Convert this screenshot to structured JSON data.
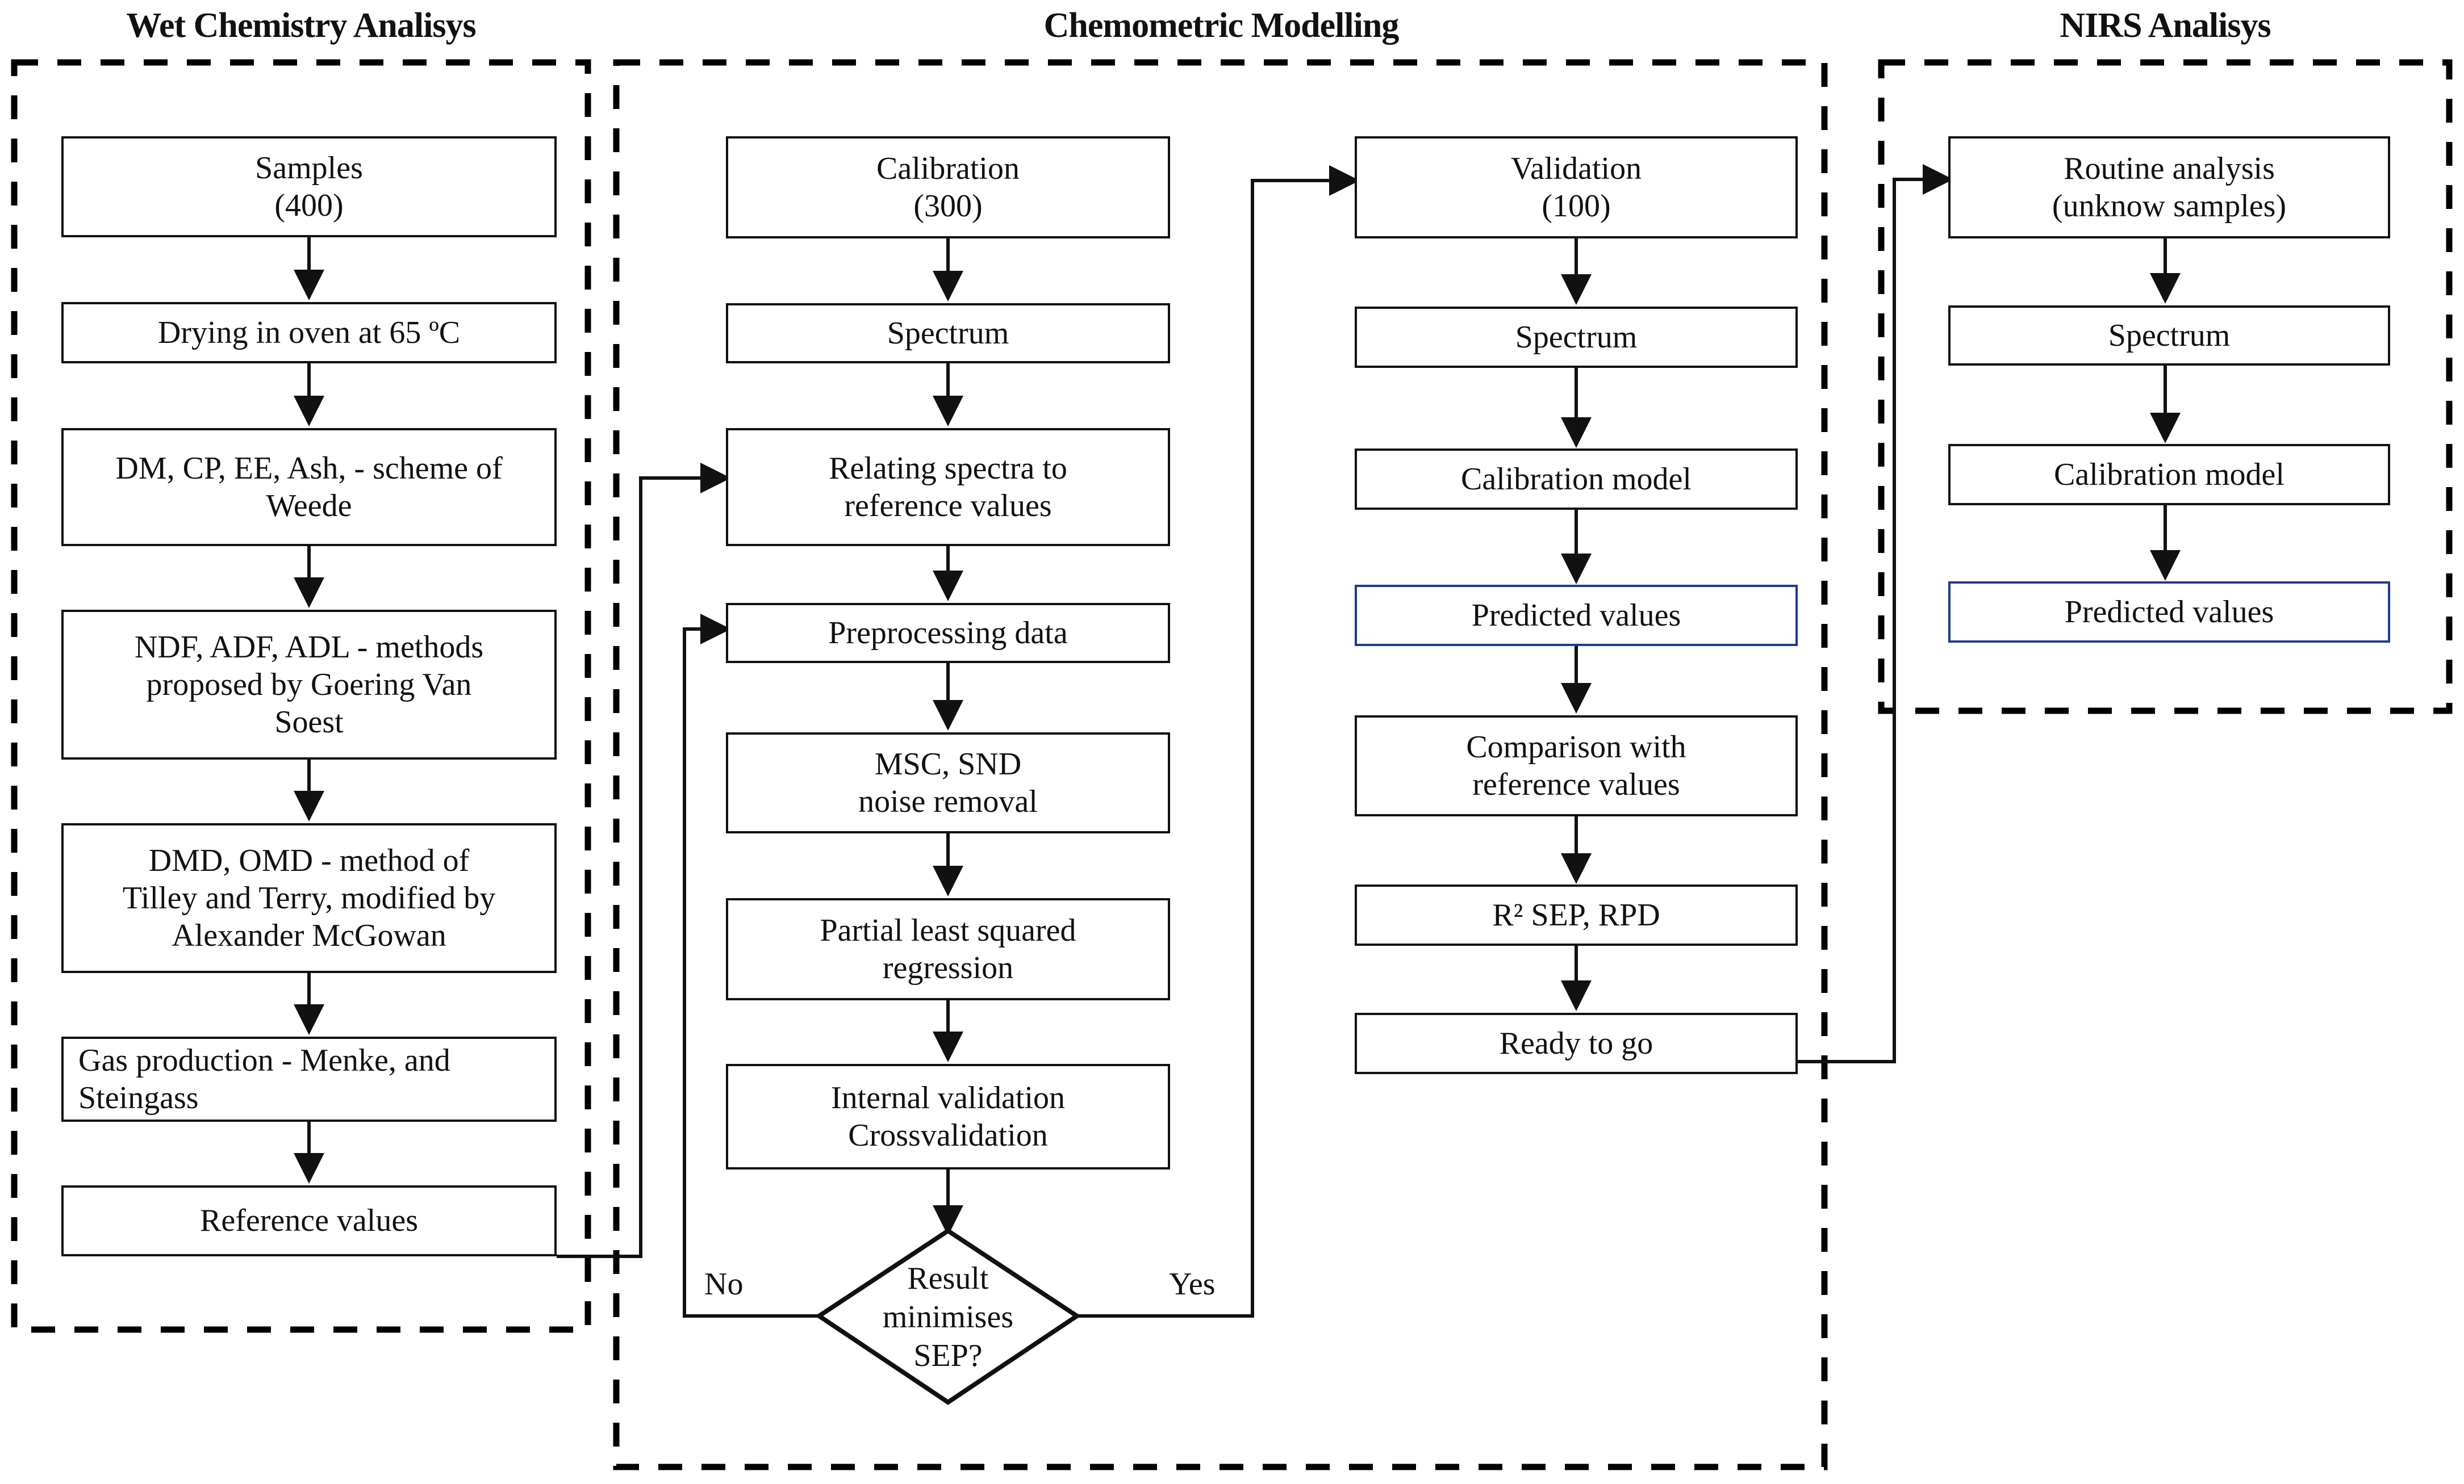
{
  "diagram": {
    "title_sections": [
      {
        "id": "wet-chemistry",
        "label": "Wet Chemistry Analisys"
      },
      {
        "id": "chemometric",
        "label": "Chemometric Modelling"
      },
      {
        "id": "nirs",
        "label": "NIRS Analisys"
      }
    ],
    "colors": {
      "node_border": "#111111",
      "highlight_border": "#1f3b8c",
      "group_border": "#000000",
      "background": "#ffffff"
    },
    "groups": [
      {
        "id": "group-wet-chemistry",
        "style": "dashed"
      },
      {
        "id": "group-chemometric",
        "style": "dashed"
      },
      {
        "id": "group-nirs",
        "style": "dashed"
      }
    ],
    "columns": {
      "wet_chemistry": {
        "nodes": [
          {
            "id": "samples",
            "label": "Samples\n(400)"
          },
          {
            "id": "drying",
            "label": "Drying in oven at 65 ºC"
          },
          {
            "id": "dm-cp-ee-ash",
            "label": "DM, CP, EE, Ash, - scheme of\nWeede"
          },
          {
            "id": "ndf-adf-adl",
            "label": "NDF, ADF, ADL - methods\nproposed by Goering Van\nSoest"
          },
          {
            "id": "dmd-omd",
            "label": "DMD, OMD - method of\nTilley and Terry, modified by\nAlexander McGowan"
          },
          {
            "id": "gas-production",
            "label": "Gas production - Menke, and\nSteingass"
          },
          {
            "id": "reference-values",
            "label": "Reference values"
          }
        ]
      },
      "calibration": {
        "nodes": [
          {
            "id": "calibration",
            "label": "Calibration\n(300)"
          },
          {
            "id": "spectrum-cal",
            "label": "Spectrum"
          },
          {
            "id": "relating-spectra",
            "label": "Relating spectra to\nreference values"
          },
          {
            "id": "preprocessing",
            "label": "Preprocessing data"
          },
          {
            "id": "msc-snd",
            "label": "MSC, SND\nnoise removal"
          },
          {
            "id": "pls-regression",
            "label": "Partial least squared\nregression"
          },
          {
            "id": "internal-validation",
            "label": "Internal validation\nCrossvalidation"
          },
          {
            "id": "decision-sep",
            "label": "Result\nminimises\nSEP?",
            "shape": "diamond"
          }
        ],
        "branch_labels": {
          "no": "No",
          "yes": "Yes"
        }
      },
      "validation": {
        "nodes": [
          {
            "id": "validation",
            "label": "Validation\n(100)"
          },
          {
            "id": "spectrum-val",
            "label": "Spectrum"
          },
          {
            "id": "calibration-model-val",
            "label": "Calibration model"
          },
          {
            "id": "predicted-values-val",
            "label": "Predicted values",
            "highlight": true
          },
          {
            "id": "comparison",
            "label": "Comparison with\nreference values"
          },
          {
            "id": "metrics",
            "label": "R²  SEP, RPD"
          },
          {
            "id": "ready-to-go",
            "label": "Ready to go"
          }
        ]
      },
      "nirs": {
        "nodes": [
          {
            "id": "routine-analysis",
            "label": "Routine analysis\n(unknow samples)"
          },
          {
            "id": "spectrum-nirs",
            "label": "Spectrum"
          },
          {
            "id": "calibration-model-nirs",
            "label": "Calibration model"
          },
          {
            "id": "predicted-values-nirs",
            "label": "Predicted values",
            "highlight": true
          }
        ]
      }
    }
  }
}
